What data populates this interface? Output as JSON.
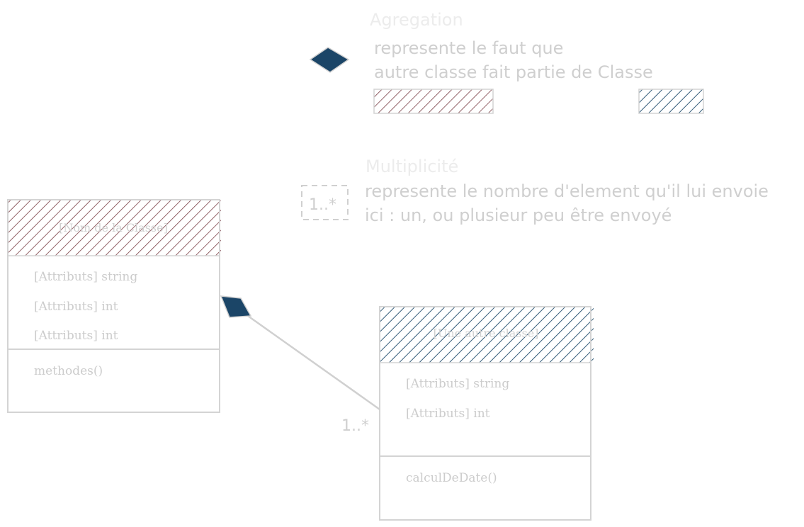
{
  "legend": {
    "aggregation": {
      "title": "Agregation",
      "line1": "represente le faut que",
      "line2": "autre classe fait partie de Classe"
    },
    "multiplicity": {
      "title": "Multiplicité",
      "badge": "1..*",
      "line1": "represente le nombre d'element qu'il lui envoie",
      "line2": "ici : un, ou plusieur peu être envoyé"
    }
  },
  "class_main": {
    "name": "[Nom de la Classe]",
    "attributes": [
      "[Attributs] string",
      "[Attributs] int",
      "[Attributs] int"
    ],
    "methods": [
      "methodes()"
    ]
  },
  "class_other": {
    "name": "[Une autre classe]",
    "attributes": [
      "[Attributs] string",
      "[Attributs] int"
    ],
    "methods": [
      "calculDeDate()"
    ]
  },
  "relation": {
    "multiplicity_label": "1..*"
  },
  "colors": {
    "main_class_hatch": "#7a3e44",
    "other_class_hatch": "#1c4a6b",
    "aggregation_diamond": "#1b4567",
    "outline": "#d4d4d4"
  }
}
